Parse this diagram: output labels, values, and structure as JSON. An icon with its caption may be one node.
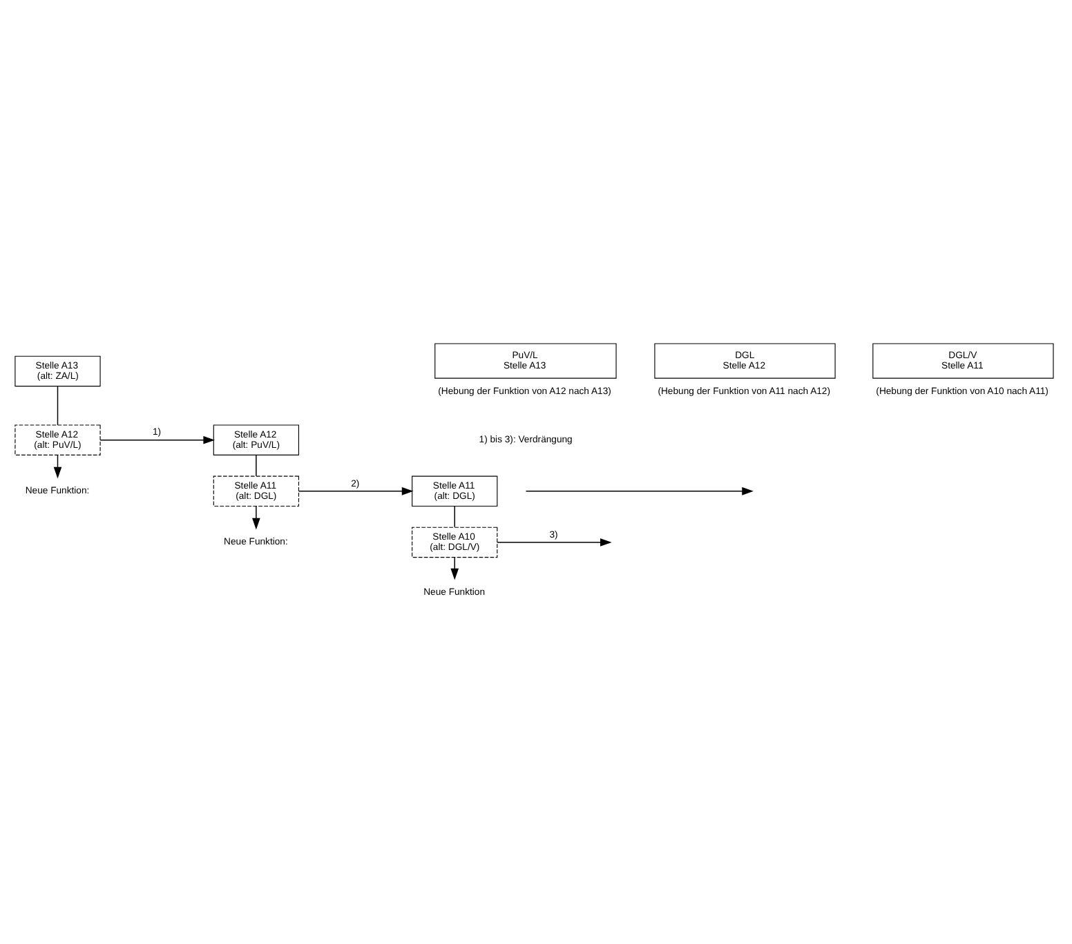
{
  "diagram": {
    "nodes": [
      {
        "text": [
          "Stelle A13",
          "(alt: ZA/L)"
        ]
      },
      {
        "text": [
          "Stelle A12",
          "(alt: PuV/L)"
        ]
      },
      {
        "text": [
          "Neue Funktion:"
        ]
      },
      {
        "text": [
          "PuV/L",
          "Stelle A13"
        ],
        "beside": [
          "(Hebung der Funktion von A12 nach A13)"
        ]
      },
      {
        "text": [
          "Stelle A12",
          "(alt: PuV/L)"
        ]
      },
      {
        "text": [
          "Stelle A11",
          "(alt: DGL)"
        ]
      },
      {
        "text": [
          "Neue Funktion:"
        ]
      },
      {
        "text": [
          "DGL",
          "Stelle A12"
        ],
        "beside": [
          "(Hebung der Funktion von A11 nach A12)"
        ]
      },
      {
        "text": [
          "Stelle A11",
          "(alt: DGL)"
        ]
      },
      {
        "text": [
          "Stelle A10",
          "(alt: DGL/V)"
        ]
      },
      {
        "text": [
          "Neue Funktion"
        ]
      },
      {
        "text": [
          "DGL/V",
          "Stelle A11"
        ],
        "beside": [
          "(Hebung der Funktion von A10 nach A11)"
        ]
      }
    ],
    "edges": [
      {
        "from": 0,
        "to": 1,
        "arrow": "none"
      },
      {
        "from": 1,
        "to": 2,
        "arrow": "to"
      },
      {
        "from": 1,
        "to": 4,
        "arrow": "to",
        "label": "1)"
      },
      {
        "from": 4,
        "to": 5,
        "arrow": "none"
      },
      {
        "from": 5,
        "to": 6,
        "arrow": "to"
      },
      {
        "from": 5,
        "to": 8,
        "arrow": "to",
        "label": "2)"
      },
      {
        "from": 8,
        "to": 9,
        "arrow": "none"
      },
      {
        "from": 9,
        "to": 10,
        "arrow": "to"
      },
      {
        "from": 9,
        "to": null,
        "arrow": "to",
        "label": "3)"
      }
    ],
    "legend": [
      {
        "text": "1) bis 3): Verdrängung"
      }
    ]
  }
}
